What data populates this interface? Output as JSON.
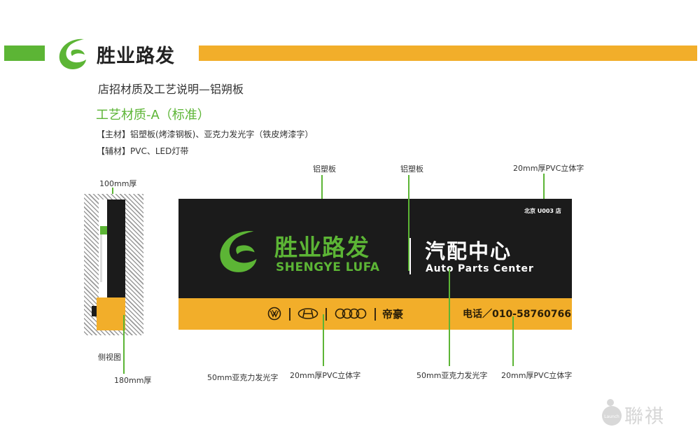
{
  "header": {
    "brand_name": "胜业路发",
    "subtitle": "店招材质及工艺说明—铝朔板"
  },
  "spec": {
    "title": "工艺材质-A（标准）",
    "main_material": "【主材】铝塑板(烤漆钢板)、亚克力发光字（铁皮烤漆字）",
    "aux_material": "【辅材】PVC、LED灯带"
  },
  "side_view": {
    "top_label": "100mm厚",
    "caption": "侧视图",
    "bottom_label": "180mm厚"
  },
  "sign": {
    "brand_cn": "胜业路发",
    "brand_pinyin": "SHENGYE LUFA",
    "center_cn": "汽配中心",
    "center_en": "Auto Parts Center",
    "store": "北京 U003 店",
    "brand_partner": "帝豪",
    "phone": "电话／010-58760766"
  },
  "callouts": {
    "top_left": "铝塑板",
    "top_middle": "铝塑板",
    "top_right": "20mm厚PVC立体字",
    "bottom_1": "50mm亚克力发光字",
    "bottom_2": "20mm厚PVC立体字",
    "bottom_3": "50mm亚克力发光字",
    "bottom_4": "20mm厚PVC立体字"
  },
  "watermark": {
    "text": "聯祺",
    "badge": "Launch"
  },
  "colors": {
    "brand_green": "#5cb535",
    "brand_orange": "#f2ae2a",
    "sign_black": "#1b1b1b"
  }
}
